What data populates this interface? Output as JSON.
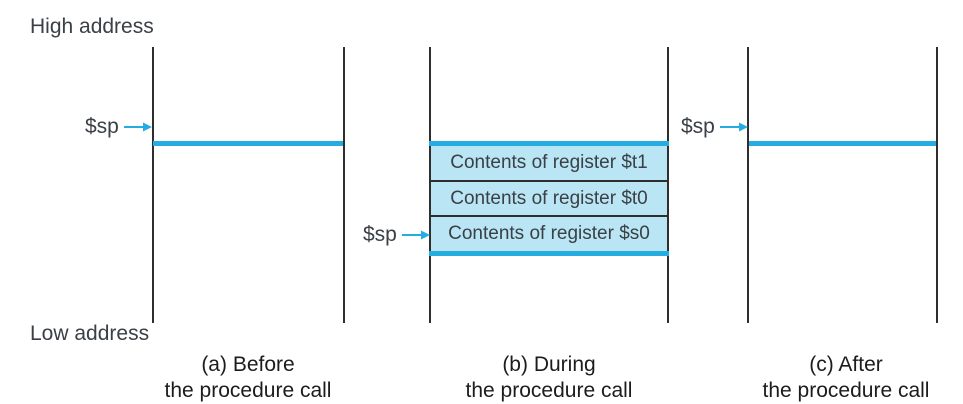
{
  "labels": {
    "high_address": "High address",
    "low_address": "Low address",
    "sp_register": "$sp"
  },
  "colors": {
    "accent": "#25ade2",
    "boxFill": "#b9e5f5",
    "ink": "#3a4045",
    "caption": "#1c1c1c",
    "rail": "#2e2e2e"
  },
  "stacks": [
    {
      "name": "before",
      "caption": {
        "line1": "(a) Before",
        "line2": "the procedure call"
      },
      "boxes": []
    },
    {
      "name": "during",
      "caption": {
        "line1": "(b) During",
        "line2": "the procedure call"
      },
      "boxes": [
        "Contents of register $t1",
        "Contents of register $t0",
        "Contents of register $s0"
      ]
    },
    {
      "name": "after",
      "caption": {
        "line1": "(c) After",
        "line2": "the procedure call"
      },
      "boxes": []
    }
  ]
}
